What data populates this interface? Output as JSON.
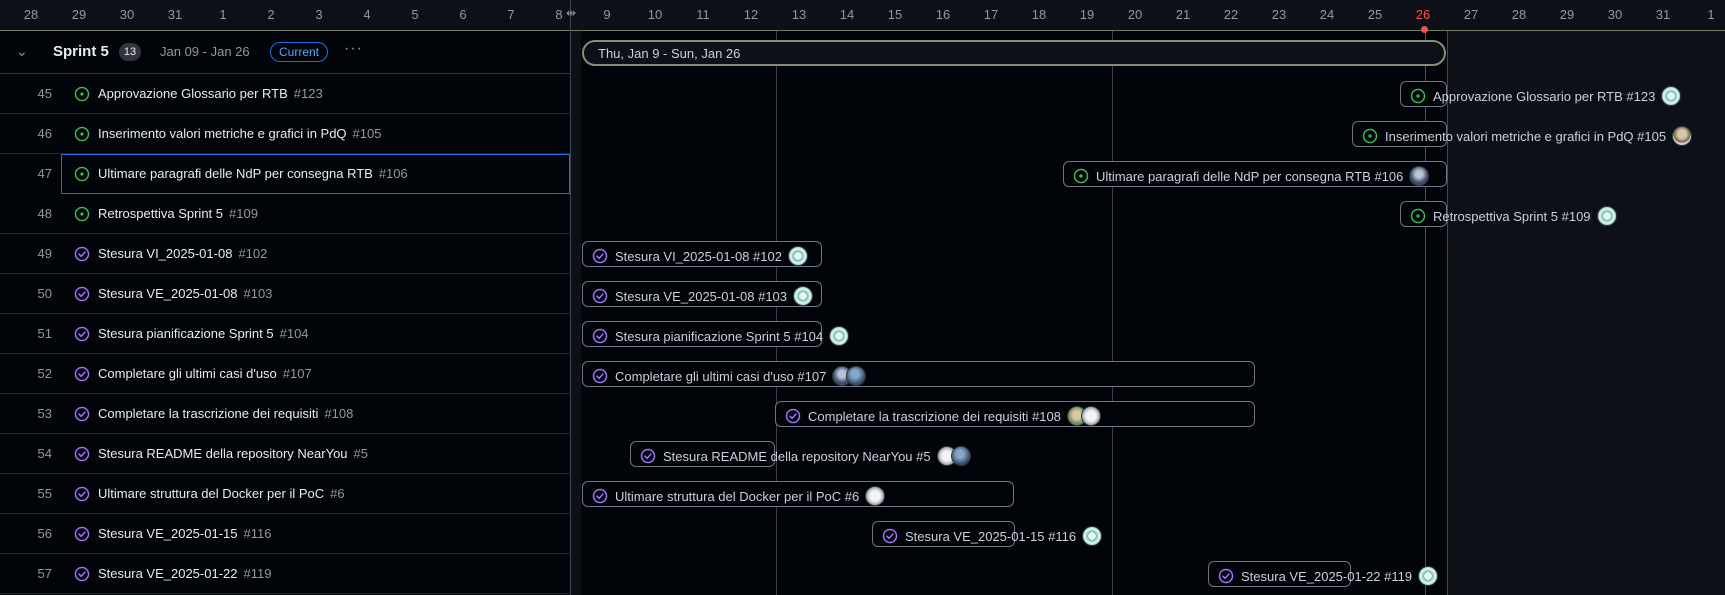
{
  "header": {
    "dates": [
      "28",
      "29",
      "30",
      "31",
      "1",
      "2",
      "3",
      "4",
      "5",
      "6",
      "7",
      "8",
      "9",
      "10",
      "11",
      "12",
      "13",
      "14",
      "15",
      "16",
      "17",
      "18",
      "19",
      "20",
      "21",
      "22",
      "23",
      "24",
      "25",
      "26",
      "27",
      "28",
      "29",
      "30",
      "31",
      "1"
    ],
    "today_label": "26"
  },
  "group": {
    "name": "Sprint 5",
    "count": "13",
    "dates": "Jan 09 - Jan 26",
    "badge": "Current",
    "more": "···",
    "bar_label": "Thu, Jan 9 - Sun, Jan 26"
  },
  "colors": {
    "open": "#3fb950",
    "closed": "#a371f7",
    "today": "#f85149",
    "selection": "#1f6feb"
  },
  "rows": [
    {
      "num": "45",
      "title": "Approvazione Glossario per RTB",
      "issue": "#123",
      "state": "open",
      "bar_label": "Approvazione Glossario per RTB #123"
    },
    {
      "num": "46",
      "title": "Inserimento valori metriche e grafici in PdQ",
      "issue": "#105",
      "state": "open",
      "bar_label": "Inserimento valori metriche e grafici in PdQ #105"
    },
    {
      "num": "47",
      "title": "Ultimare paragrafi delle NdP per consegna RTB",
      "issue": "#106",
      "state": "open",
      "bar_label": "Ultimare paragrafi delle NdP per consegna RTB #106"
    },
    {
      "num": "48",
      "title": "Retrospettiva Sprint 5",
      "issue": "#109",
      "state": "open",
      "bar_label": "Retrospettiva Sprint 5 #109"
    },
    {
      "num": "49",
      "title": "Stesura VI_2025-01-08",
      "issue": "#102",
      "state": "closed",
      "bar_label": "Stesura VI_2025-01-08 #102"
    },
    {
      "num": "50",
      "title": "Stesura VE_2025-01-08",
      "issue": "#103",
      "state": "closed",
      "bar_label": "Stesura VE_2025-01-08 #103"
    },
    {
      "num": "51",
      "title": "Stesura pianificazione Sprint 5",
      "issue": "#104",
      "state": "closed",
      "bar_label": "Stesura pianificazione Sprint 5 #104"
    },
    {
      "num": "52",
      "title": "Completare gli ultimi casi d'uso",
      "issue": "#107",
      "state": "closed",
      "bar_label": "Completare gli ultimi casi d'uso #107"
    },
    {
      "num": "53",
      "title": "Completare la trascrizione dei requisiti",
      "issue": "#108",
      "state": "closed",
      "bar_label": "Completare la trascrizione dei requisiti #108"
    },
    {
      "num": "54",
      "title": "Stesura README della repository NearYou",
      "issue": "#5",
      "state": "closed",
      "bar_label": "Stesura README della repository NearYou #5"
    },
    {
      "num": "55",
      "title": "Ultimare struttura del Docker per il PoC",
      "issue": "#6",
      "state": "closed",
      "bar_label": "Ultimare struttura del Docker per il PoC #6"
    },
    {
      "num": "56",
      "title": "Stesura VE_2025-01-15",
      "issue": "#116",
      "state": "closed",
      "bar_label": "Stesura VE_2025-01-15 #116"
    },
    {
      "num": "57",
      "title": "Stesura VE_2025-01-22",
      "issue": "#119",
      "state": "closed",
      "bar_label": "Stesura VE_2025-01-22 #119"
    }
  ]
}
